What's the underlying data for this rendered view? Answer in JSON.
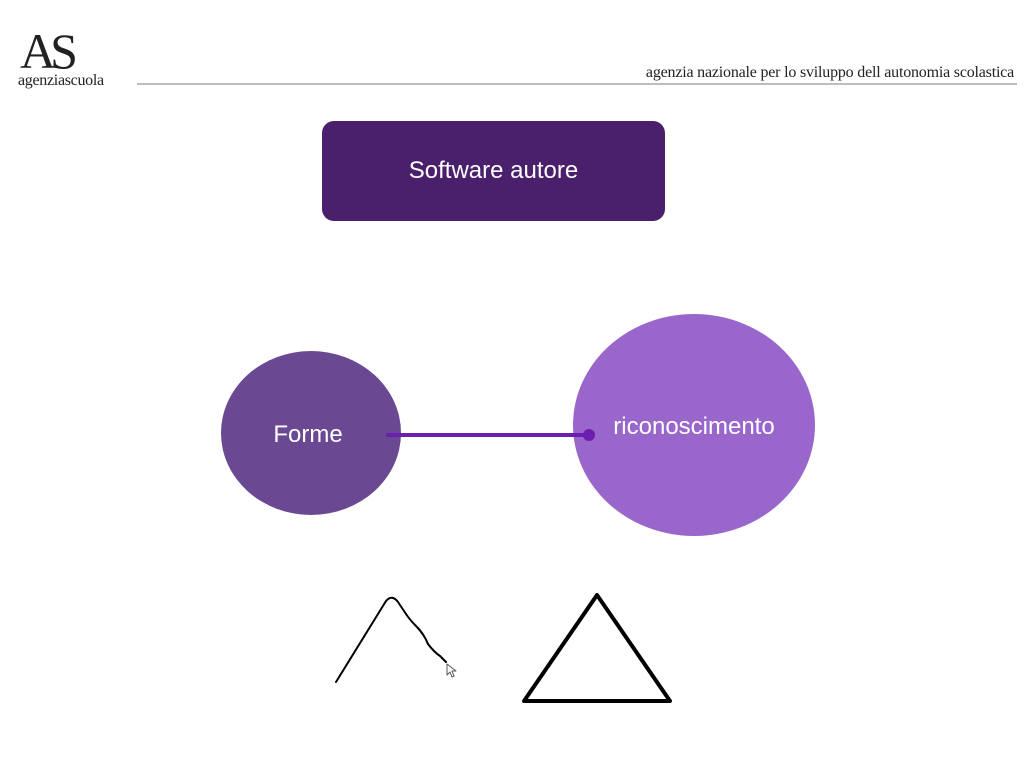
{
  "header": {
    "logo_mark": "AS",
    "logo_name": "agenziascuola",
    "tagline": "agenzia nazionale per lo sviluppo dell autonomia scolastica"
  },
  "title_box": {
    "label": "Software autore"
  },
  "nodes": {
    "forme": {
      "label": "Forme",
      "color": "#6a4892"
    },
    "riconoscimento": {
      "label": "riconoscimento",
      "color": "#9966cc"
    }
  },
  "connector": {
    "color": "#6a1fb0"
  },
  "colors": {
    "title_box": "#4a1f6b",
    "rule": "#bdbdbd",
    "stroke": "#000000"
  },
  "icons": {
    "cursor": "mouse-cursor-icon"
  }
}
